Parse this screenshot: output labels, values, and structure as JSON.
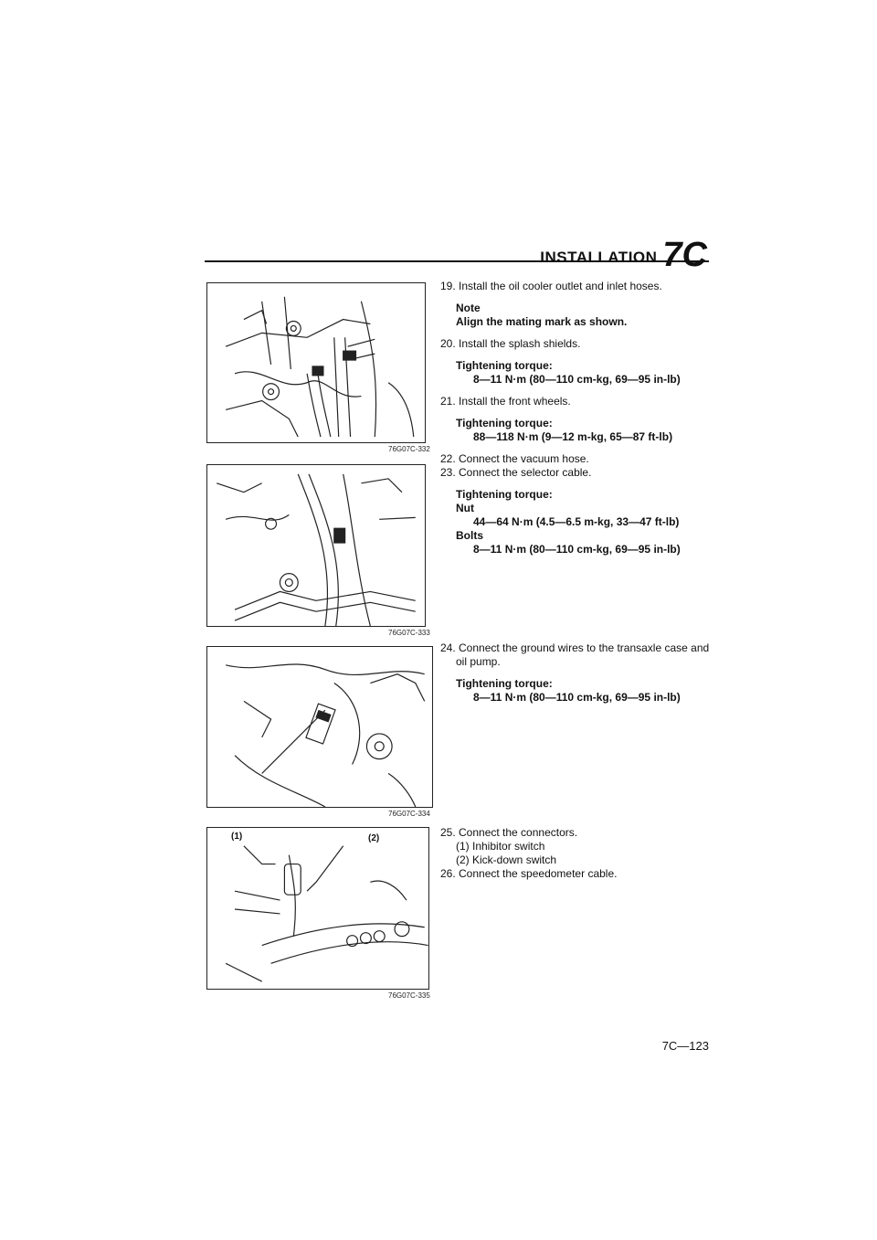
{
  "header": {
    "section_title": "INSTALLATION",
    "section_code": "7C"
  },
  "figures": [
    {
      "caption": "76G07C-332"
    },
    {
      "caption": "76G07C-333"
    },
    {
      "caption": "76G07C-334"
    },
    {
      "caption": "76G07C-335",
      "callouts": [
        "(1)",
        "(2)"
      ]
    }
  ],
  "steps": {
    "s19": {
      "text": "19. Install the oil cooler outlet and inlet hoses.",
      "note_label": "Note",
      "note_text": "Align the mating mark as shown."
    },
    "s20": {
      "text": "20. Install the splash shields.",
      "torque_label": "Tightening torque:",
      "torque_value": "8—11 N·m (80—110 cm-kg, 69—95 in-lb)"
    },
    "s21": {
      "text": "21. Install the front wheels.",
      "torque_label": "Tightening torque:",
      "torque_value": "88—118 N·m (9—12 m-kg, 65—87 ft-lb)"
    },
    "s22": {
      "text": "22. Connect the vacuum hose."
    },
    "s23": {
      "text": "23. Connect the selector cable.",
      "torque_label": "Tightening torque:",
      "nut_label": "Nut",
      "nut_value": "44—64 N·m (4.5—6.5 m-kg, 33—47 ft-lb)",
      "bolts_label": "Bolts",
      "bolts_value": "8—11 N·m (80—110 cm-kg, 69—95 in-lb)"
    },
    "s24": {
      "text_line1": "24. Connect the ground wires to the transaxle case and",
      "text_line2": "oil pump.",
      "torque_label": "Tightening torque:",
      "torque_value": "8—11 N·m (80—110 cm-kg, 69—95 in-lb)"
    },
    "s25": {
      "text": "25. Connect the connectors.",
      "item1": "(1) Inhibitor switch",
      "item2": "(2) Kick-down switch"
    },
    "s26": {
      "text": "26. Connect the speedometer cable."
    }
  },
  "footer": {
    "page_number": "7C—123"
  }
}
